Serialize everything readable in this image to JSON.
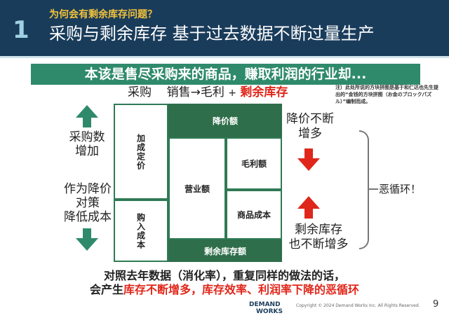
{
  "header": {
    "number": "1",
    "subtitle": "为何会有剩余库存问题？",
    "title": "采购与剩余库存  基于过去数据不断过量生产"
  },
  "banner": "本该是售尽采购来的商品，赚取利润的行业却...",
  "formula": {
    "part1": "采购",
    "part2": "销售→毛利",
    "plus": "+",
    "part3": "剩余库存"
  },
  "note": "注）此处所说的方块拼图是基于和仁达也先生提出的“金钱的方块拼图（お金のブロックパズル）”编制而成。",
  "left": {
    "text1": "采购数\n增加",
    "text2": "作为降价\n对策\n降低成本"
  },
  "right": {
    "text1": "降价不断\n增多",
    "text2": "剩余库存\n也不断增多",
    "vicious": "恶循环！"
  },
  "diagram": {
    "markup_pricing": "加成定价",
    "purchase_cost": "购入成本",
    "discount": "降价额",
    "revenue": "营业额",
    "gross_profit": "毛利额",
    "product_cost": "商品成本",
    "surplus": "剩余库存额"
  },
  "bottom": {
    "line1": "对照去年数据（消化率），重复同样的做法的话，",
    "line2_prefix": "会产生",
    "line2_red": "库存不断增多，库存效率、利润率下降的恶循环"
  },
  "footer": {
    "logo_line1": "DEMAND",
    "logo_line2": "WORKS",
    "copyright": "Copyright © 2024 Demand Works Inc. All Rights Reserved.",
    "page": "9"
  },
  "colors": {
    "header_bg": "#1a3c5b",
    "banner_bg": "#2f8a6c",
    "arrow_green": "#2f8a6c",
    "arrow_red": "#e0261a",
    "box_green": "#2f6e4b"
  }
}
